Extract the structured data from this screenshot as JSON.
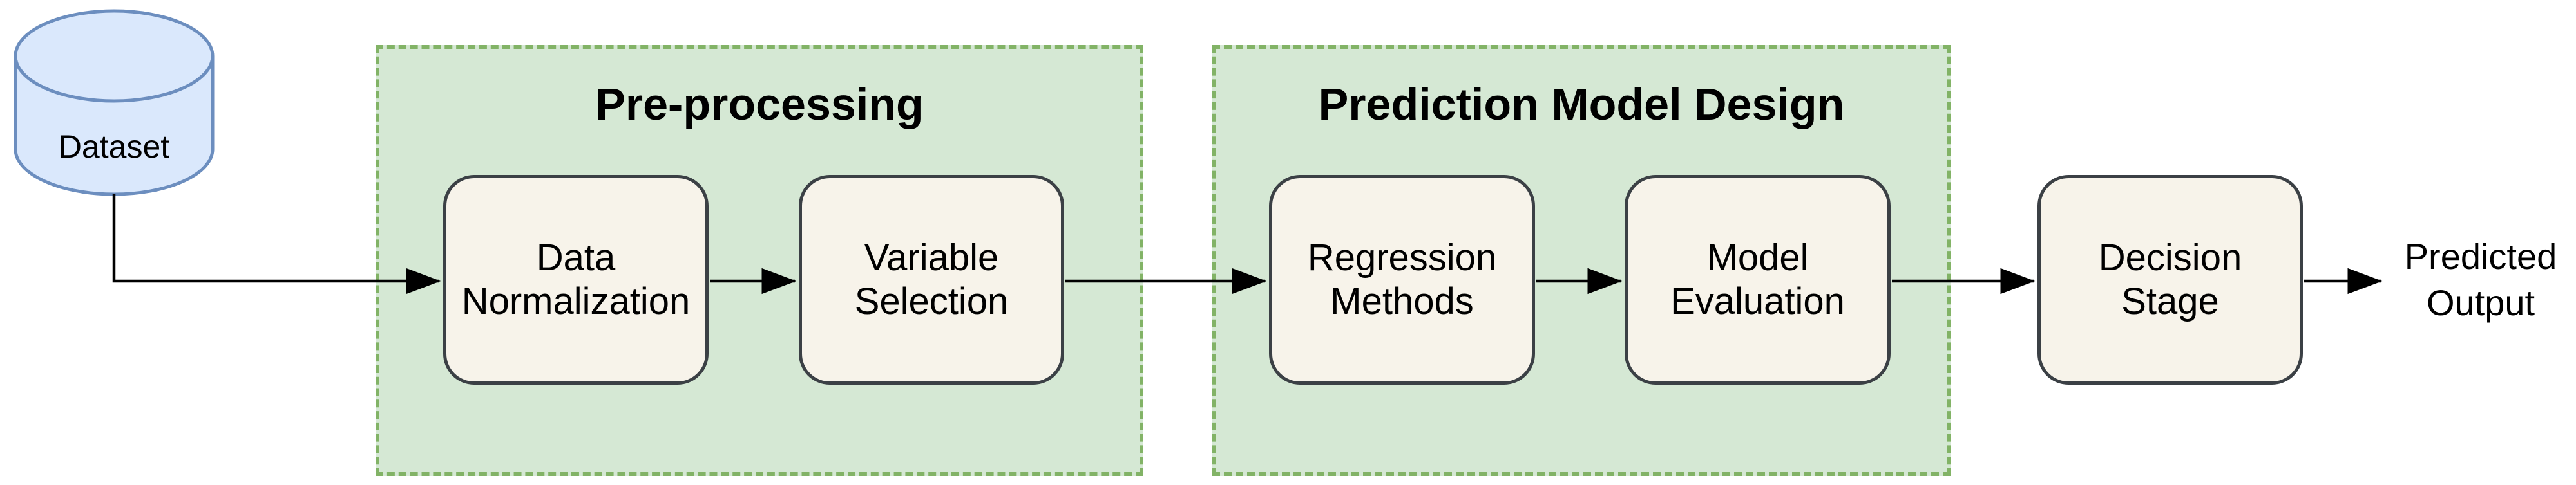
{
  "diagram": {
    "dataset": {
      "label": "Dataset"
    },
    "groups": [
      {
        "title": "Pre-processing",
        "nodes": [
          {
            "line1": "Data",
            "line2": "Normalization"
          },
          {
            "line1": "Variable",
            "line2": "Selection"
          }
        ]
      },
      {
        "title": "Prediction Model Design",
        "nodes": [
          {
            "line1": "Regression",
            "line2": "Methods"
          },
          {
            "line1": "Model",
            "line2": "Evaluation"
          }
        ]
      }
    ],
    "decision": {
      "line1": "Decision",
      "line2": "Stage"
    },
    "output": {
      "line1": "Predicted",
      "line2": "Output"
    },
    "colors": {
      "group_fill": "#d5e8d4",
      "group_border": "#82b366",
      "cylinder_fill": "#dae8fc",
      "cylinder_border": "#6c8ebf",
      "node_fill": "#f7f3ea",
      "node_border": "#3b4045",
      "arrow": "#000000",
      "background": "#ffffff"
    }
  }
}
